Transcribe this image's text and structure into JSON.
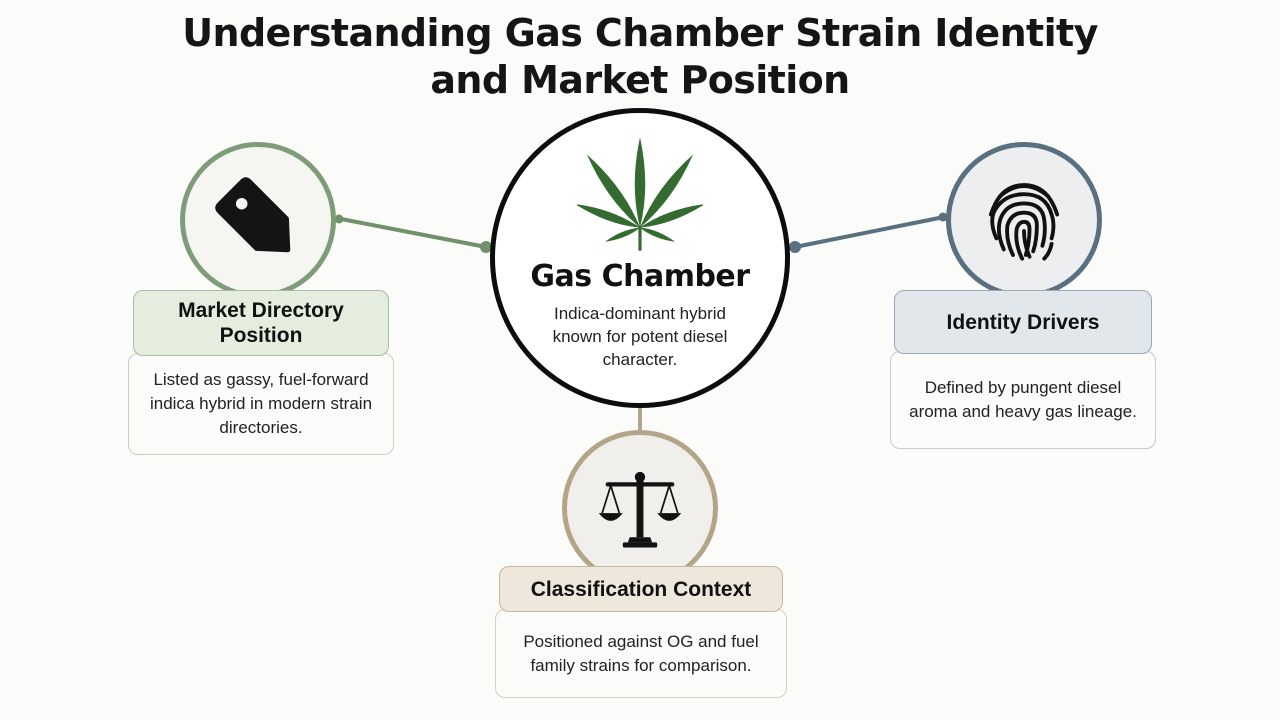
{
  "title_line1": "Understanding Gas Chamber Strain Identity",
  "title_line2": "and Market Position",
  "center": {
    "name": "Gas Chamber",
    "description": "Indica-dominant hybrid known for potent diesel character.",
    "icon": "cannabis-leaf-icon"
  },
  "nodes": {
    "market": {
      "label_line1": "Market Directory",
      "label_line2": "Position",
      "description": "Listed as gassy, fuel-forward indica hybrid in modern strain directories.",
      "icon": "price-tag-icon",
      "color": "#7f9c79"
    },
    "identity": {
      "label": "Identity Drivers",
      "description": "Defined by pungent diesel aroma and heavy gas lineage.",
      "icon": "fingerprint-icon",
      "color": "#58707f"
    },
    "classification": {
      "label": "Classification Context",
      "description": "Positioned against OG and fuel family strains for comparison.",
      "icon": "balance-scale-icon",
      "color": "#b3a589"
    }
  }
}
